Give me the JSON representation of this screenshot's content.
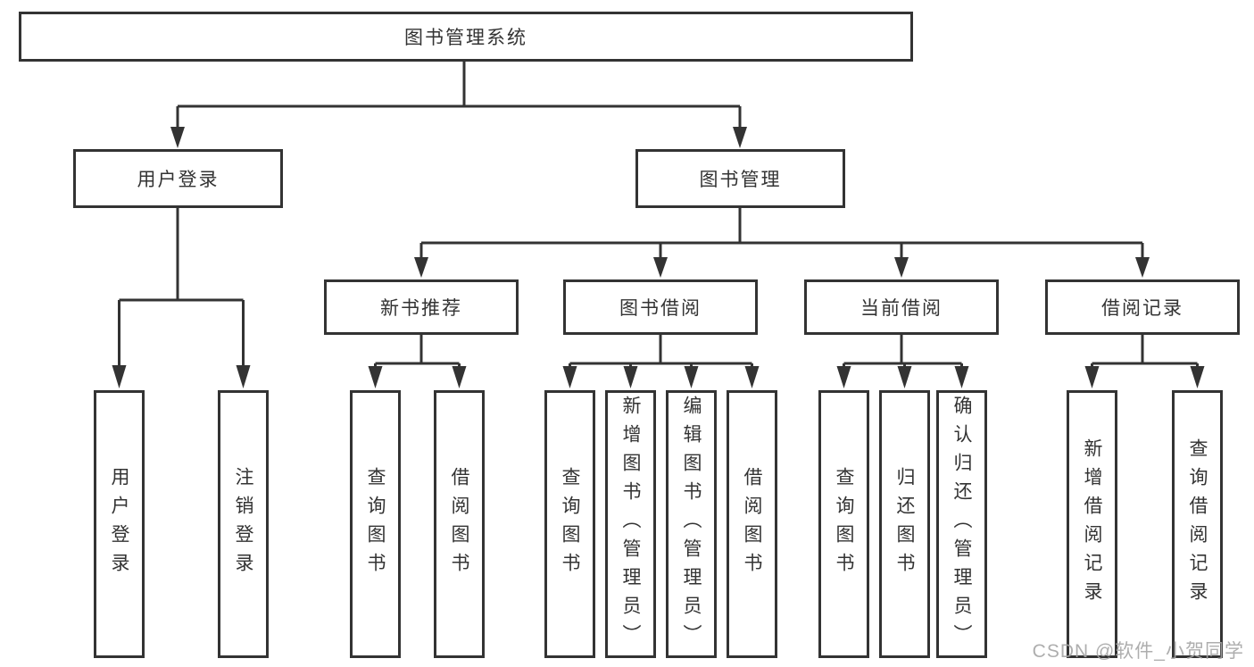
{
  "diagram": {
    "type": "tree",
    "title": "图书管理系统",
    "colors": {
      "line": "#333333",
      "text": "#333333",
      "box_border": "#333333",
      "box_background": "#ffffff",
      "page_background": "#ffffff",
      "watermark": "#a5a5a5"
    },
    "nodes": {
      "root": {
        "label": "图书管理系统",
        "children": [
          "user_login",
          "book_mgmt"
        ]
      },
      "user_login": {
        "label": "用户登录",
        "parent": "root",
        "children": [
          "ul_login",
          "ul_logout"
        ]
      },
      "book_mgmt": {
        "label": "图书管理",
        "parent": "root",
        "children": [
          "new_book_rec",
          "book_borrow",
          "current_borrow",
          "borrow_records"
        ]
      },
      "new_book_rec": {
        "label": "新书推荐",
        "parent": "book_mgmt",
        "children": [
          "nb_query",
          "nb_borrow"
        ]
      },
      "book_borrow": {
        "label": "图书借阅",
        "parent": "book_mgmt",
        "children": [
          "bb_query",
          "bb_add",
          "bb_edit",
          "bb_borrow"
        ]
      },
      "current_borrow": {
        "label": "当前借阅",
        "parent": "book_mgmt",
        "children": [
          "cb_query",
          "cb_return",
          "cb_confirm"
        ]
      },
      "borrow_records": {
        "label": "借阅记录",
        "parent": "book_mgmt",
        "children": [
          "br_add",
          "br_query"
        ]
      },
      "ul_login": {
        "label": "用户登录",
        "parent": "user_login"
      },
      "ul_logout": {
        "label": "注销登录",
        "parent": "user_login"
      },
      "nb_query": {
        "label": "查询图书",
        "parent": "new_book_rec"
      },
      "nb_borrow": {
        "label": "借阅图书",
        "parent": "new_book_rec"
      },
      "bb_query": {
        "label": "查询图书",
        "parent": "book_borrow"
      },
      "bb_add": {
        "label": "新增图书（管理员）",
        "parent": "book_borrow"
      },
      "bb_edit": {
        "label": "编辑图书（管理员）",
        "parent": "book_borrow"
      },
      "bb_borrow": {
        "label": "借阅图书",
        "parent": "book_borrow"
      },
      "cb_query": {
        "label": "查询图书",
        "parent": "current_borrow"
      },
      "cb_return": {
        "label": "归还图书",
        "parent": "current_borrow"
      },
      "cb_confirm": {
        "label": "确认归还（管理员）",
        "parent": "current_borrow"
      },
      "br_add": {
        "label": "新增借阅记录",
        "parent": "borrow_records"
      },
      "br_query": {
        "label": "查询借阅记录",
        "parent": "borrow_records"
      }
    }
  },
  "watermark": {
    "text": "CSDN @软件_小贺同学"
  }
}
